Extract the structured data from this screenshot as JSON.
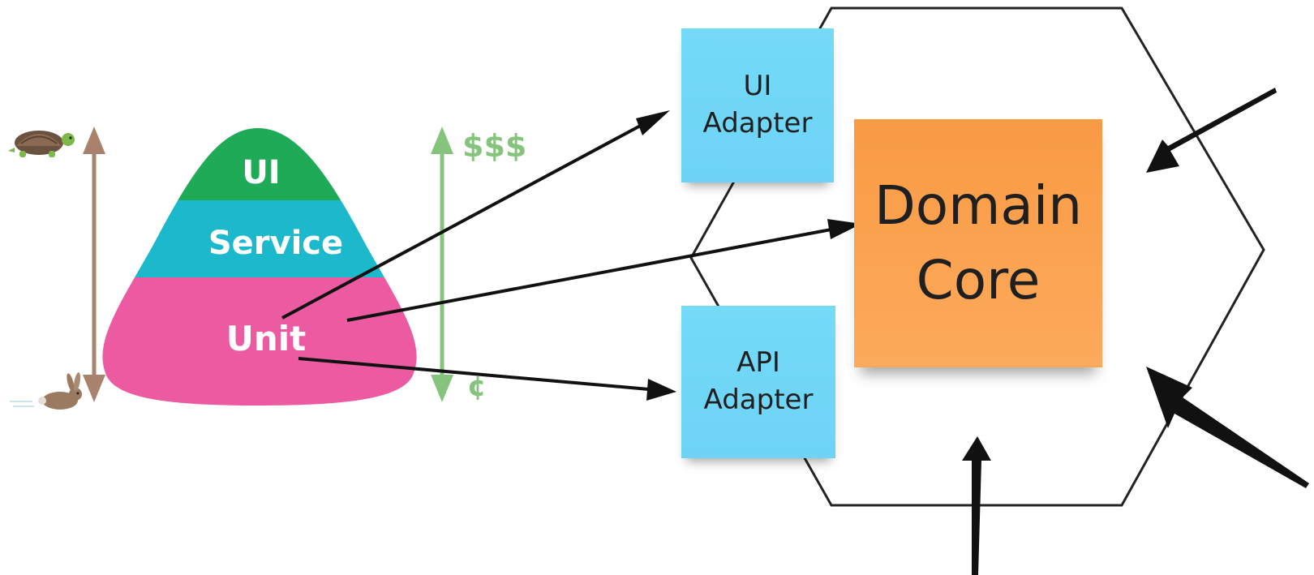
{
  "pyramid": {
    "layers": [
      {
        "label": "UI",
        "color": "#1faa57"
      },
      {
        "label": "Service",
        "color": "#1bb9cb"
      },
      {
        "label": "Unit",
        "color": "#ec5ba1"
      }
    ]
  },
  "speed_axis": {
    "top_icon": "turtle-icon",
    "bottom_icon": "rabbit-icon",
    "color": "#a9826d"
  },
  "cost_axis": {
    "top_label": "$$$",
    "bottom_label": "¢",
    "color": "#86c47e"
  },
  "hexagon": {
    "ui_adapter": "UI\nAdapter",
    "api_adapter": "API\nAdapter",
    "domain_core": "Domain\nCore",
    "adapter_color": "#70d6f7",
    "core_color": "#fba24f"
  }
}
